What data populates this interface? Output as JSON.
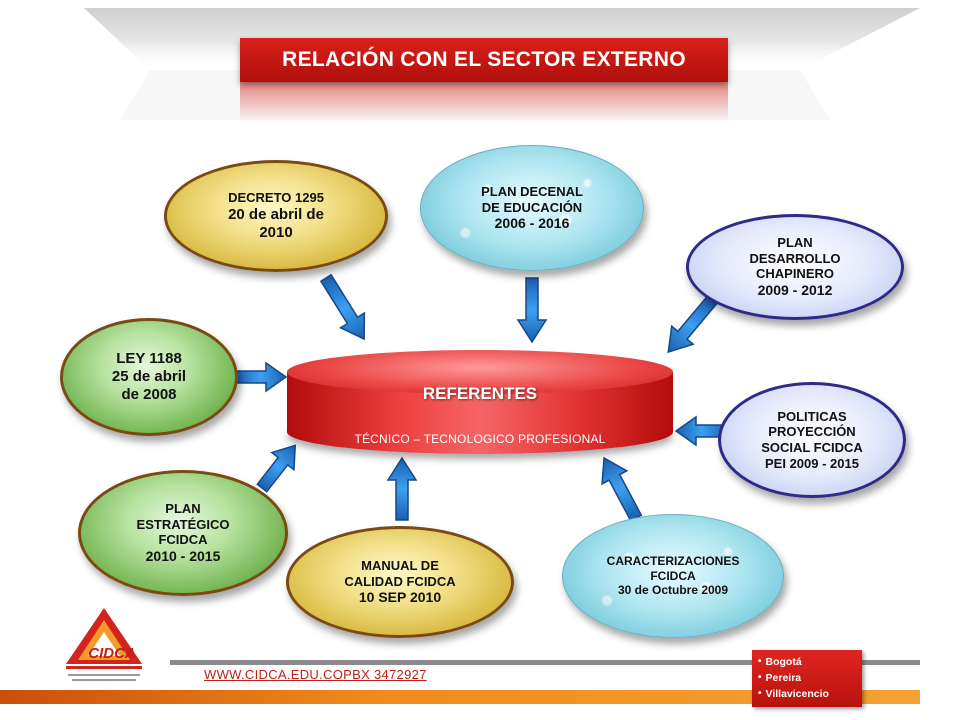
{
  "header": {
    "title": "RELACIÓN CON EL SECTOR EXTERNO"
  },
  "center": {
    "title": "REFERENTES",
    "subtitle": "TÉCNICO – TECNOLOGICO PROFESIONAL"
  },
  "referentes": {
    "decreto": {
      "line1": "DECRETO 1295",
      "line2": "20 de abril de",
      "line3": "2010"
    },
    "plan_decenal": {
      "line1": "PLAN DECENAL",
      "line2": "DE EDUCACIÓN",
      "line3": "2006 - 2016"
    },
    "plan_desarrollo": {
      "line1": "PLAN",
      "line2": "DESARROLLO",
      "line3": "CHAPINERO",
      "line4": "2009 - 2012"
    },
    "ley": {
      "line1": "LEY 1188",
      "line2": "25 de abril",
      "line3": "de 2008"
    },
    "politicas": {
      "line1": "POLITICAS",
      "line2": "PROYECCIÓN",
      "line3": "SOCIAL FCIDCA",
      "line4": "PEI 2009 - 2015"
    },
    "plan_estrategico": {
      "line1": "PLAN",
      "line2": "ESTRATÉGICO",
      "line3": "FCIDCA",
      "line4": "2010 - 2015"
    },
    "manual": {
      "line1": "MANUAL DE",
      "line2": "CALIDAD FCIDCA",
      "line3": "10 SEP 2010"
    },
    "caracterizaciones": {
      "line1": "CARACTERIZACIONES",
      "line2": "FCIDCA",
      "line3": "30 de Octubre 2009"
    }
  },
  "footer": {
    "logo_text": "CIDCA",
    "website": "WWW.CIDCA.EDU.COPBX  3472927",
    "cities": [
      "Bogotá",
      "Pereira",
      "Villavicencio"
    ]
  },
  "colors": {
    "title_red": "#c8161d",
    "arrow_blue": "#1f7fd4",
    "orange_bar": "#f08a1c"
  }
}
